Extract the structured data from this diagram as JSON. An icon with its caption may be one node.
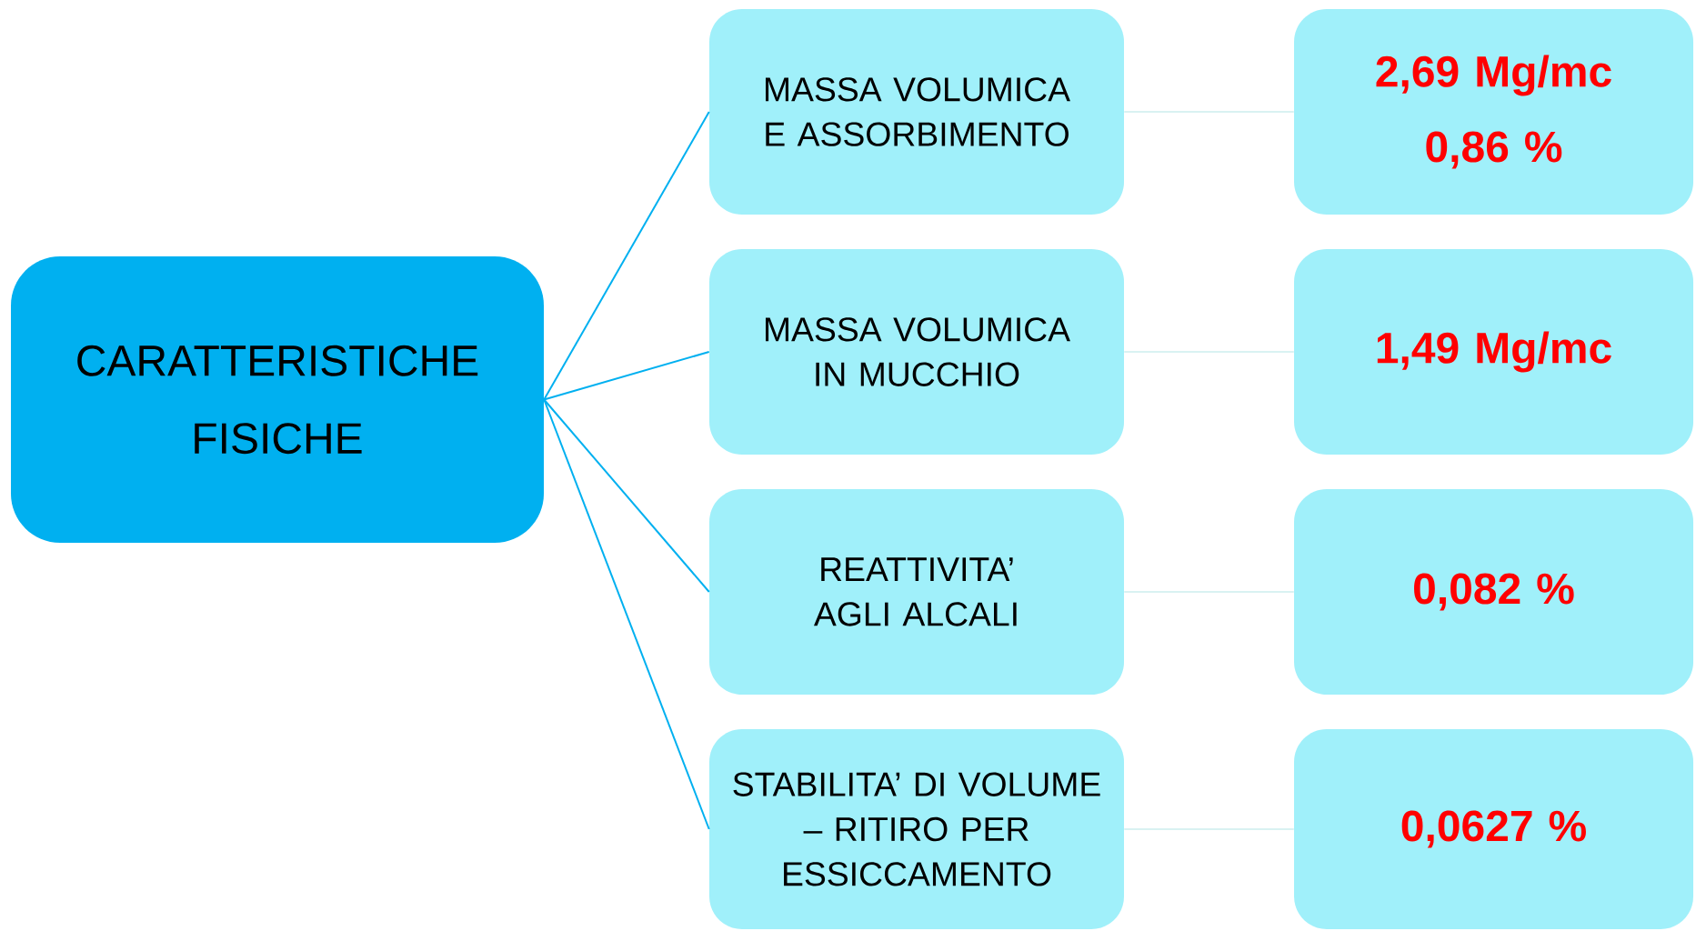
{
  "diagram": {
    "nodes": [
      {
        "text": [
          "CARATTERISTICHE FISICHE"
        ]
      },
      {
        "text": [
          "MASSA VOLUMICA E ASSORBIMENTO"
        ]
      },
      {
        "text": [
          "MASSA VOLUMICA IN MUCCHIO"
        ]
      },
      {
        "text": [
          "REATTIVITA’ AGLI ALCALI"
        ]
      },
      {
        "text": [
          "STABILITA’ DI VOLUME – RITIRO PER ESSICCAMENTO"
        ]
      },
      {
        "text": [
          "2,69 Mg/mc",
          "0,86 %"
        ]
      },
      {
        "text": [
          "1,49 Mg/mc"
        ]
      },
      {
        "text": [
          "0,082 %"
        ]
      },
      {
        "text": [
          "0,0627 %"
        ]
      }
    ],
    "edges": [
      {
        "from": 0,
        "to": 1,
        "arrow": "none",
        "color": "#00b0f0"
      },
      {
        "from": 0,
        "to": 2,
        "arrow": "none",
        "color": "#00b0f0"
      },
      {
        "from": 0,
        "to": 3,
        "arrow": "none",
        "color": "#00b0f0"
      },
      {
        "from": 0,
        "to": 4,
        "arrow": "none",
        "color": "#00b0f0"
      },
      {
        "from": 1,
        "to": 5,
        "arrow": "none",
        "color": "#d9f2f2"
      },
      {
        "from": 2,
        "to": 6,
        "arrow": "none",
        "color": "#d9f2f2"
      },
      {
        "from": 3,
        "to": 7,
        "arrow": "none",
        "color": "#d9f2f2"
      },
      {
        "from": 4,
        "to": 8,
        "arrow": "none",
        "color": "#d9f2f2"
      }
    ]
  }
}
